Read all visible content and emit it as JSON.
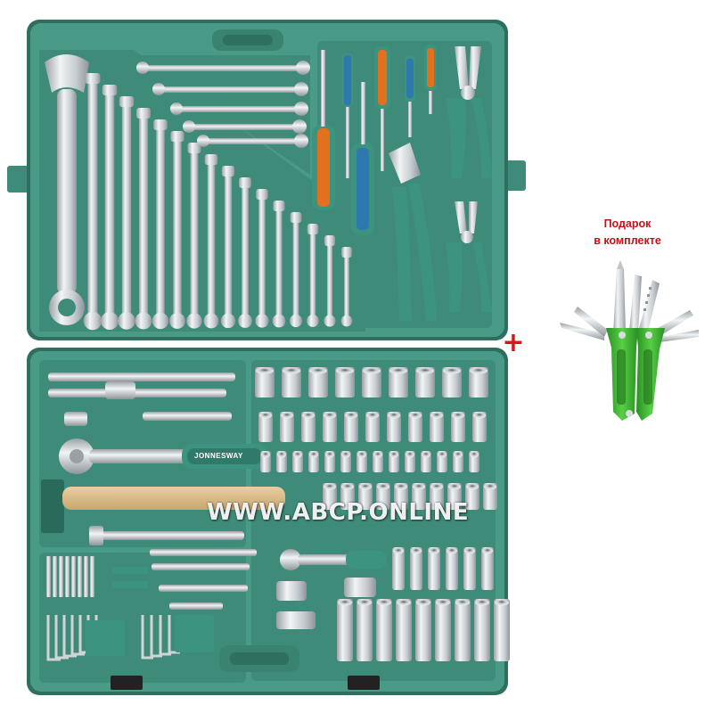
{
  "gift_caption": {
    "line1": "Подарок",
    "line2": "в комплекте"
  },
  "plus_sign": "+",
  "watermark": "WWW.ABCP.ONLINE",
  "brand_marking": "JONNESWAY",
  "colors": {
    "case_shell": "#4a9a88",
    "case_tray": "#3f8b79",
    "case_rim": "#2f6f60",
    "chrome": "#d9dde0",
    "handle_teal": "#3c9480",
    "handle_orange": "#e1711f",
    "multitool_green": "#3cb531",
    "caption_red": "#c4121a"
  },
  "icons": [
    "tool-case",
    "multitool",
    "plus-sign"
  ]
}
